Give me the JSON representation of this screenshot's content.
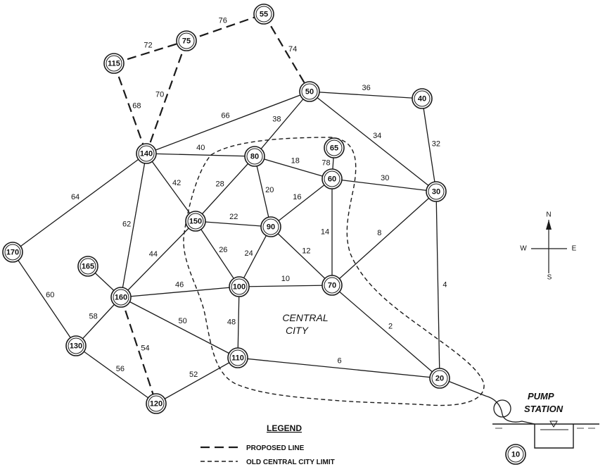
{
  "nodes": [
    {
      "id": "n55",
      "label": "55"
    },
    {
      "id": "n75",
      "label": "75"
    },
    {
      "id": "n115",
      "label": "115"
    },
    {
      "id": "n50",
      "label": "50"
    },
    {
      "id": "n40",
      "label": "40"
    },
    {
      "id": "n140",
      "label": "140"
    },
    {
      "id": "n80",
      "label": "80"
    },
    {
      "id": "n65",
      "label": "65"
    },
    {
      "id": "n60",
      "label": "60"
    },
    {
      "id": "n30",
      "label": "30"
    },
    {
      "id": "n150",
      "label": "150"
    },
    {
      "id": "n90",
      "label": "90"
    },
    {
      "id": "n170",
      "label": "170"
    },
    {
      "id": "n165",
      "label": "165"
    },
    {
      "id": "n160",
      "label": "160"
    },
    {
      "id": "n100",
      "label": "100"
    },
    {
      "id": "n70",
      "label": "70"
    },
    {
      "id": "n130",
      "label": "130"
    },
    {
      "id": "n110",
      "label": "110"
    },
    {
      "id": "n20",
      "label": "20"
    },
    {
      "id": "n120",
      "label": "120"
    },
    {
      "id": "n10",
      "label": "10"
    }
  ],
  "edges": [
    {
      "from": "n115",
      "to": "n75",
      "label": "72",
      "proposed": true
    },
    {
      "from": "n75",
      "to": "n55",
      "label": "76",
      "proposed": true
    },
    {
      "from": "n55",
      "to": "n50",
      "label": "74",
      "proposed": true
    },
    {
      "from": "n75",
      "to": "n140",
      "label": "70",
      "proposed": true
    },
    {
      "from": "n115",
      "to": "n140",
      "label": "68",
      "proposed": true
    },
    {
      "from": "n140",
      "to": "n50",
      "label": "66",
      "proposed": false
    },
    {
      "from": "n50",
      "to": "n40",
      "label": "36",
      "proposed": false
    },
    {
      "from": "n50",
      "to": "n80",
      "label": "38",
      "proposed": false
    },
    {
      "from": "n50",
      "to": "n30",
      "label": "34",
      "proposed": false
    },
    {
      "from": "n40",
      "to": "n30",
      "label": "32",
      "proposed": false
    },
    {
      "from": "n140",
      "to": "n80",
      "label": "40",
      "proposed": false
    },
    {
      "from": "n80",
      "to": "n60",
      "label": "18",
      "proposed": false
    },
    {
      "from": "n65",
      "to": "n60",
      "label": "78",
      "proposed": false
    },
    {
      "from": "n60",
      "to": "n30",
      "label": "30",
      "proposed": false
    },
    {
      "from": "n80",
      "to": "n150",
      "label": "28",
      "proposed": false
    },
    {
      "from": "n80",
      "to": "n90",
      "label": "20",
      "proposed": false
    },
    {
      "from": "n60",
      "to": "n90",
      "label": "16",
      "proposed": false
    },
    {
      "from": "n60",
      "to": "n70",
      "label": "14",
      "proposed": false
    },
    {
      "from": "n30",
      "to": "n70",
      "label": "8",
      "proposed": false
    },
    {
      "from": "n30",
      "to": "n20",
      "label": "4",
      "proposed": false
    },
    {
      "from": "n140",
      "to": "n150",
      "label": "42",
      "proposed": false
    },
    {
      "from": "n140",
      "to": "n170",
      "label": "64",
      "proposed": false
    },
    {
      "from": "n140",
      "to": "n160",
      "label": "62",
      "proposed": false
    },
    {
      "from": "n150",
      "to": "n90",
      "label": "22",
      "proposed": false
    },
    {
      "from": "n150",
      "to": "n160",
      "label": "44",
      "proposed": false
    },
    {
      "from": "n150",
      "to": "n100",
      "label": "26",
      "proposed": false
    },
    {
      "from": "n90",
      "to": "n100",
      "label": "24",
      "proposed": false
    },
    {
      "from": "n90",
      "to": "n70",
      "label": "12",
      "proposed": false
    },
    {
      "from": "n100",
      "to": "n70",
      "label": "10",
      "proposed": false
    },
    {
      "from": "n70",
      "to": "n20",
      "label": "2",
      "proposed": false
    },
    {
      "from": "n170",
      "to": "n130",
      "label": "60",
      "proposed": false
    },
    {
      "from": "n165",
      "to": "n160",
      "label": "",
      "proposed": false
    },
    {
      "from": "n160",
      "to": "n100",
      "label": "46",
      "proposed": false
    },
    {
      "from": "n160",
      "to": "n110",
      "label": "50",
      "proposed": false
    },
    {
      "from": "n160",
      "to": "n130",
      "label": "58",
      "proposed": false
    },
    {
      "from": "n160",
      "to": "n120",
      "label": "54",
      "proposed": true
    },
    {
      "from": "n100",
      "to": "n110",
      "label": "48",
      "proposed": false
    },
    {
      "from": "n110",
      "to": "n20",
      "label": "6",
      "proposed": false
    },
    {
      "from": "n110",
      "to": "n120",
      "label": "52",
      "proposed": false
    },
    {
      "from": "n130",
      "to": "n120",
      "label": "56",
      "proposed": false
    }
  ],
  "area_label_line1": "CENTRAL",
  "area_label_line2": "CITY",
  "pump_station": {
    "line1": "PUMP",
    "line2": "STATION"
  },
  "compass": {
    "north": "N",
    "south": "S",
    "east": "E",
    "west": "W"
  },
  "legend": {
    "title": "LEGEND",
    "proposed_line": "PROPOSED LINE",
    "old_city_limit": "OLD CENTRAL CITY LIMIT"
  }
}
